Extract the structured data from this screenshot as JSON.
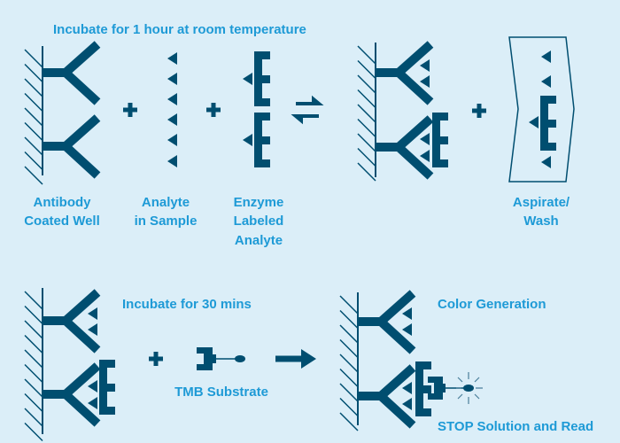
{
  "title": "Incubate for 1 hour at room temperature",
  "labels": {
    "antibody": [
      "Antibody",
      "Coated Well"
    ],
    "analyte": [
      "Analyte",
      "in Sample"
    ],
    "enzyme": [
      "Enzyme",
      "Labeled",
      "Analyte"
    ],
    "wash": [
      "Aspirate/",
      "Wash"
    ],
    "incubate30": "Incubate for 30 mins",
    "tmb": "TMB Substrate",
    "color": "Color Generation",
    "stop": "STOP Solution and Read"
  },
  "colors": {
    "background": "#dbeef8",
    "dark": "#004e70",
    "text": "#1e9ad6"
  }
}
